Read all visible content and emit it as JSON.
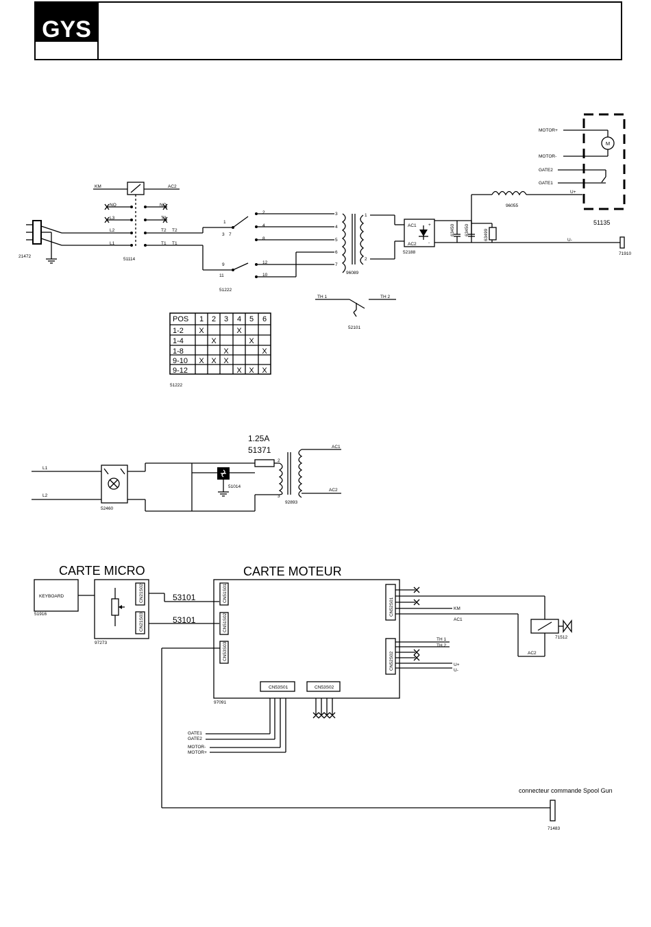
{
  "header": {
    "logo_text": "GYS",
    "title": ""
  },
  "section1": {
    "mains_plug": "21472",
    "contactor": {
      "ref": "51114",
      "coil_left": "KM",
      "coil_right": "AC2",
      "contacts": [
        {
          "left": "NO",
          "right": "NO"
        },
        {
          "left": "L3",
          "right": "T3"
        },
        {
          "left": "L2",
          "right": "T2"
        },
        {
          "left": "L1",
          "right": "T1"
        }
      ],
      "out_t2": "T2",
      "out_t1": "T1"
    },
    "selector": {
      "ref": "51222",
      "pins_upper": [
        "1",
        "3",
        "7"
      ],
      "pins_upper_out": [
        "2",
        "4",
        "8"
      ],
      "pins_lower": [
        "9",
        "11"
      ],
      "pins_lower_out": [
        "12",
        "10"
      ]
    },
    "transformer": {
      "ref": "96089",
      "primary_taps": [
        "3",
        "4",
        "5",
        "6",
        "7"
      ],
      "secondary_taps": [
        "1",
        "2"
      ]
    },
    "rectifier": {
      "ref": "52188",
      "ac1": "AC1",
      "ac2": "AC2",
      "plus": "+",
      "minus": "-"
    },
    "capacitors": [
      "63450",
      "63450"
    ],
    "resistor": "63499",
    "inductor": "96055",
    "motor_module": {
      "ref": "51135",
      "motor_symbol": "M",
      "terminals": [
        "MOTOR+",
        "MOTOR-",
        "GATE2",
        "GATE1"
      ],
      "u_plus": "U+"
    },
    "u_minus": "U-",
    "output_connector": "71910",
    "thermal": {
      "ref": "52101",
      "th1": "TH 1",
      "th2": "TH 2"
    }
  },
  "table": {
    "ref": "51222",
    "headers": [
      "POS",
      "1",
      "2",
      "3",
      "4",
      "5",
      "6"
    ],
    "rows": [
      [
        "1-2",
        "X",
        "",
        "",
        "X",
        "",
        ""
      ],
      [
        "1-4",
        "",
        "X",
        "",
        "",
        "X",
        ""
      ],
      [
        "1-8",
        "",
        "",
        "X",
        "",
        "",
        "X"
      ],
      [
        "9-10",
        "X",
        "X",
        "X",
        "",
        "",
        ""
      ],
      [
        "9-12",
        "",
        "",
        "",
        "X",
        "X",
        "X"
      ]
    ]
  },
  "section2": {
    "l1": "L1",
    "l2": "L2",
    "switch_ref": "52460",
    "fuse_rating": "1.25A",
    "fuse_ref": "51371",
    "fan_ref": "51014",
    "transformer_ref": "92893",
    "ac1": "AC1",
    "ac2": "AC2",
    "tap_top": "2",
    "tap_bot": "3"
  },
  "section3": {
    "carte_micro": "CARTE MICRO",
    "carte_moteur": "CARTE MOTEUR",
    "keyboard": "KEYBOARD",
    "keyboard_ref": "51916",
    "micro_ref": "97273",
    "micro_connectors": [
      "CN21S02",
      "CN21S03"
    ],
    "cables": [
      "53101",
      "53101"
    ],
    "moteur_left_connectors": [
      "CN51S01",
      "CN51S02",
      "CN53S03"
    ],
    "moteur_right_connectors": [
      "CN52S01",
      "CN52S02"
    ],
    "moteur_bottom_connectors": [
      "CN53S01",
      "CN53S02"
    ],
    "moteur_ref": "97091",
    "right_signals_top": [
      "KM",
      "AC1"
    ],
    "right_signals_bottom": [
      "TH 1",
      "TH 2",
      "U+",
      "U-"
    ],
    "valve_ref": "71512",
    "valve_ac2": "AC2",
    "bottom_signals": [
      "GATE1",
      "GATE2",
      "MOTOR-",
      "MOTOR+"
    ],
    "spool_label": "connecteur commande Spool Gun",
    "spool_ref": "71483"
  }
}
